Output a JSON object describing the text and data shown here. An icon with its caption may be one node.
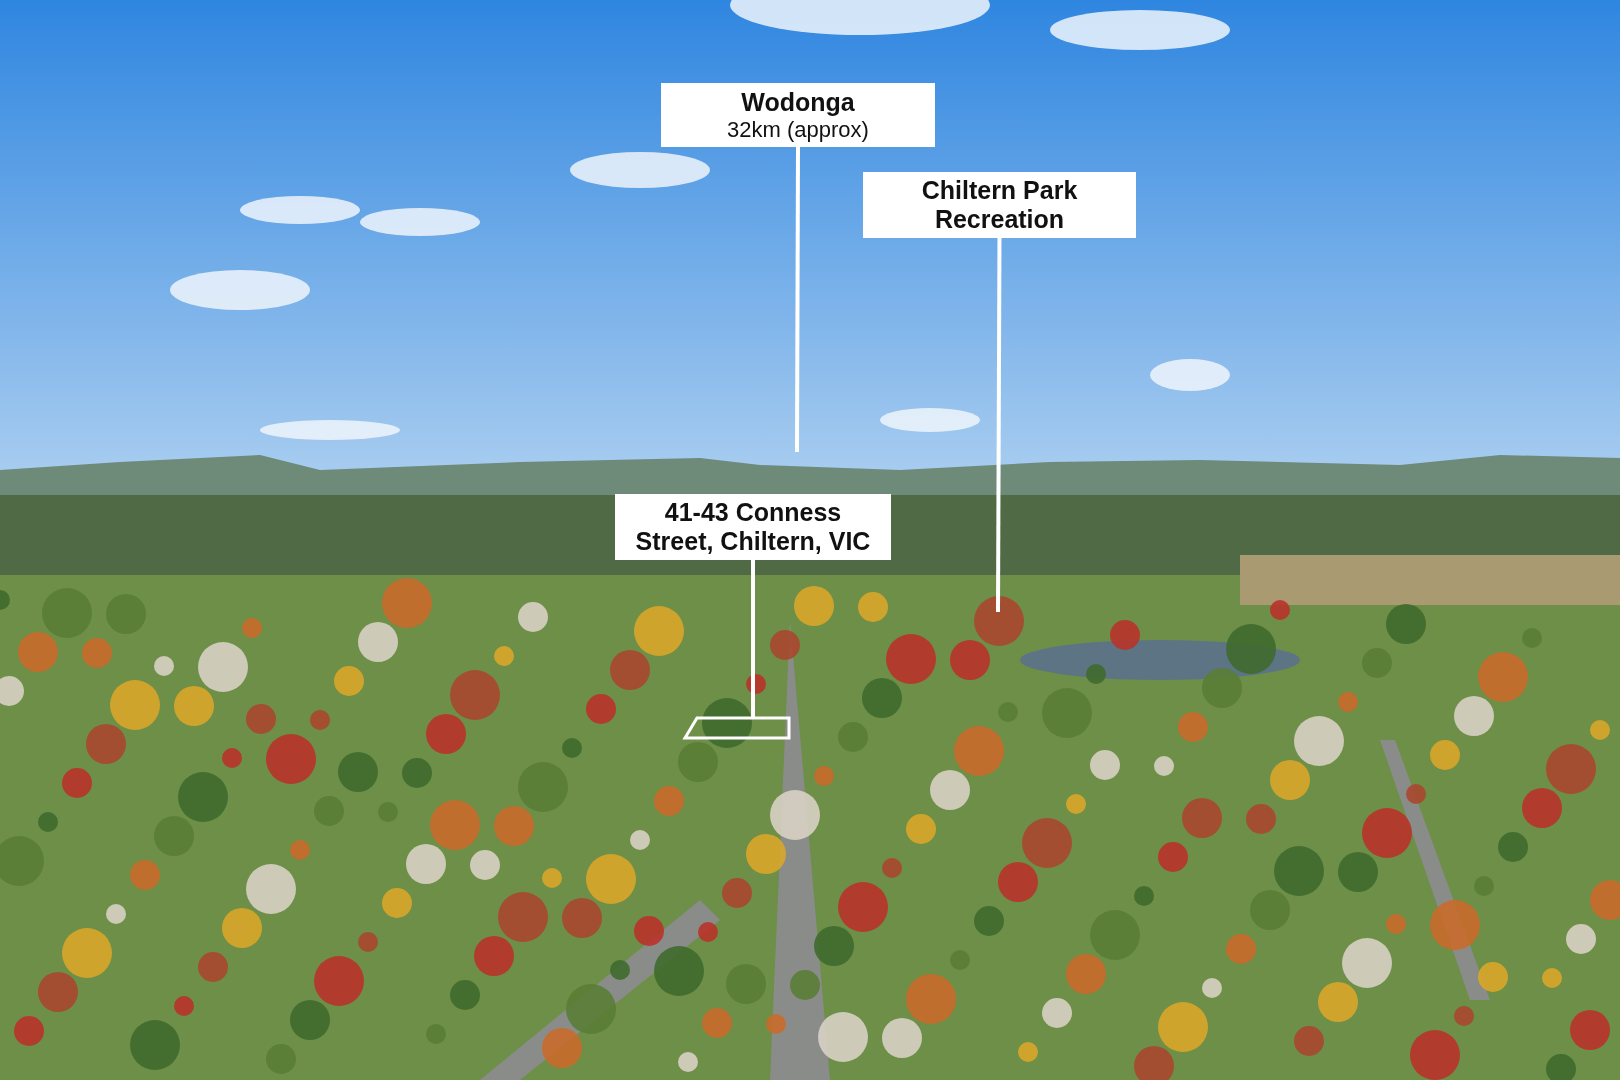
{
  "diagram": {
    "nodes": [
      {
        "text": [
          "Wodonga",
          "32km (approx)"
        ]
      },
      {
        "text": [
          "Chiltern Park Recreation"
        ]
      },
      {
        "text": [
          "41-43 Conness Street, Chiltern, VIC"
        ]
      },
      {
        "text": [],
        "shape": "box"
      }
    ],
    "edges": [
      {
        "from": 0,
        "to": null,
        "arrow": "none"
      },
      {
        "from": 1,
        "to": null,
        "arrow": "none"
      },
      {
        "from": 2,
        "to": 3,
        "arrow": "none"
      }
    ]
  }
}
